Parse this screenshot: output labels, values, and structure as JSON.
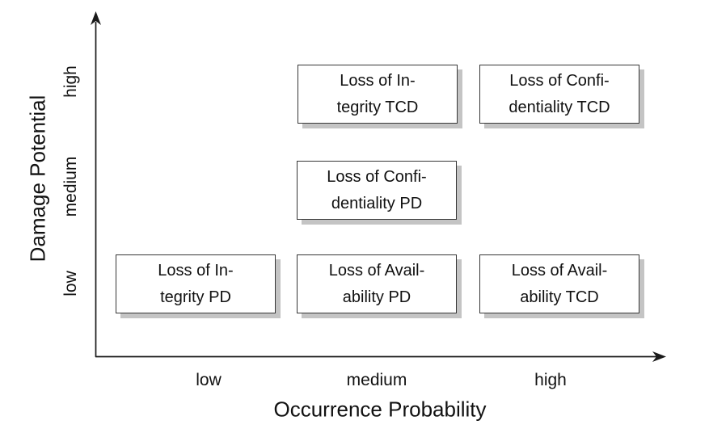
{
  "figure": {
    "type": "risk-matrix-diagram",
    "x_axis": {
      "label": "Occurrence Probability",
      "ticks": [
        "low",
        "medium",
        "high"
      ]
    },
    "y_axis": {
      "label": "Damage Potential",
      "ticks": [
        "low",
        "medium",
        "high"
      ]
    },
    "nodes": [
      {
        "label": "Loss of Integrity TCD",
        "line1": "Loss of In-",
        "line2": "tegrity TCD",
        "x": "medium",
        "y": "high"
      },
      {
        "label": "Loss of Confidentiality TCD",
        "line1": "Loss of Confi-",
        "line2": "dentiality TCD",
        "x": "high",
        "y": "high"
      },
      {
        "label": "Loss of Confidentiality PD",
        "line1": "Loss of Confi-",
        "line2": "dentiality PD",
        "x": "medium",
        "y": "medium"
      },
      {
        "label": "Loss of Integrity PD",
        "line1": "Loss of In-",
        "line2": "tegrity PD",
        "x": "low",
        "y": "low"
      },
      {
        "label": "Loss of Availability PD",
        "line1": "Loss of Avail-",
        "line2": "ability PD",
        "x": "medium",
        "y": "low"
      },
      {
        "label": "Loss of Availability TCD",
        "line1": "Loss of Avail-",
        "line2": "ability TCD",
        "x": "high",
        "y": "low"
      }
    ],
    "colors": {
      "axis": "#1a1a1a",
      "box_border": "#363636",
      "box_fill": "#ffffff",
      "box_shadow": "#c4c4c4",
      "text": "#111111",
      "background": "#ffffff"
    }
  }
}
